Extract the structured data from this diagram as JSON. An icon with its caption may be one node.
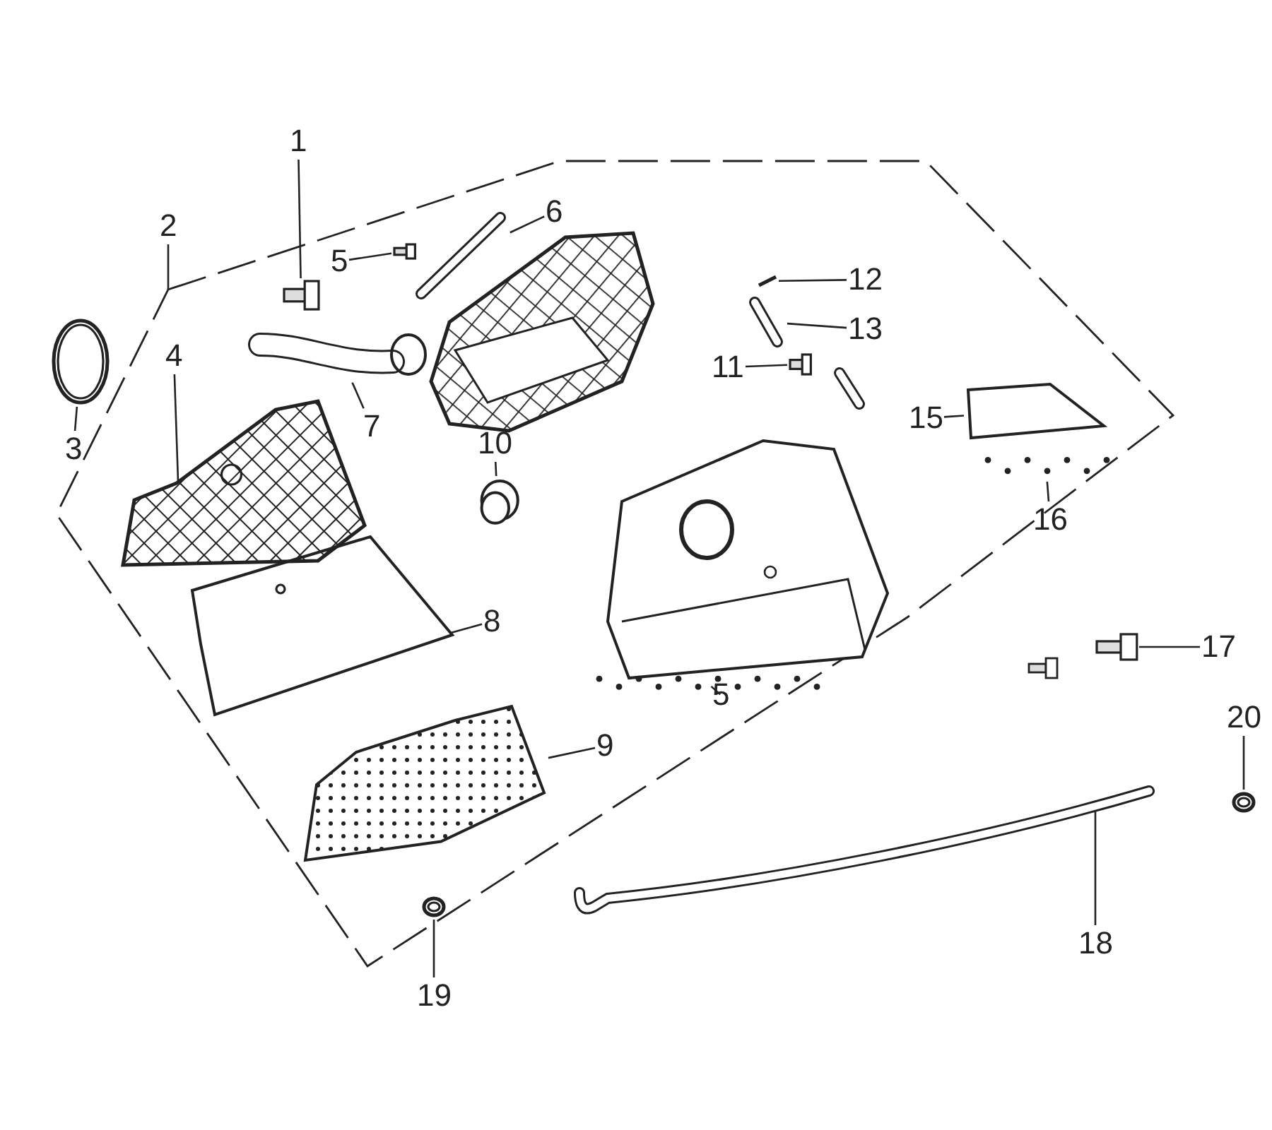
{
  "diagram": {
    "nodes": [
      {
        "text": [
          "1"
        ]
      },
      {
        "text": [],
        "shape": "picture"
      },
      {
        "text": [
          "2"
        ]
      },
      {
        "text": [
          "3"
        ]
      },
      {
        "text": [],
        "shape": "picture"
      },
      {
        "text": [
          "4"
        ]
      },
      {
        "text": [],
        "shape": "picture"
      },
      {
        "text": [
          "5"
        ]
      },
      {
        "text": [],
        "shape": "picture"
      },
      {
        "text": [
          "6"
        ]
      },
      {
        "text": [],
        "shape": "picture"
      },
      {
        "text": [
          "7"
        ]
      },
      {
        "text": [],
        "shape": "picture"
      },
      {
        "text": [
          "8"
        ]
      },
      {
        "text": [],
        "shape": "picture"
      },
      {
        "text": [
          "9"
        ]
      },
      {
        "text": [],
        "shape": "picture"
      },
      {
        "text": [
          "10"
        ]
      },
      {
        "text": [],
        "shape": "picture"
      },
      {
        "text": [
          "11"
        ]
      },
      {
        "text": [],
        "shape": "picture"
      },
      {
        "text": [
          "12"
        ]
      },
      {
        "text": [],
        "shape": "picture"
      },
      {
        "text": [
          "13"
        ]
      },
      {
        "text": [],
        "shape": "picture"
      },
      {
        "text": [
          "15"
        ]
      },
      {
        "text": [],
        "shape": "picture"
      },
      {
        "text": [
          "16"
        ]
      },
      {
        "text": [],
        "shape": "picture"
      },
      {
        "text": [
          "17"
        ]
      },
      {
        "text": [],
        "shape": "picture"
      },
      {
        "text": [
          "5"
        ]
      },
      {
        "text": [],
        "shape": "picture"
      },
      {
        "text": [
          "18"
        ]
      },
      {
        "text": [],
        "shape": "picture"
      },
      {
        "text": [
          "19"
        ]
      },
      {
        "text": [],
        "shape": "picture"
      },
      {
        "text": [
          "20"
        ]
      },
      {
        "text": [],
        "shape": "picture"
      }
    ],
    "edges": [
      {
        "from": 0,
        "to": 1,
        "arrow": "none"
      },
      {
        "from": 2,
        "to": null,
        "arrow": "none"
      },
      {
        "from": 3,
        "to": 4,
        "arrow": "none"
      },
      {
        "from": 5,
        "to": 6,
        "arrow": "none"
      },
      {
        "from": 7,
        "to": 8,
        "arrow": "none"
      },
      {
        "from": 9,
        "to": 10,
        "arrow": "none"
      },
      {
        "from": 11,
        "to": 12,
        "arrow": "none"
      },
      {
        "from": 13,
        "to": 14,
        "arrow": "none"
      },
      {
        "from": 15,
        "to": 16,
        "arrow": "none"
      },
      {
        "from": 17,
        "to": 18,
        "arrow": "none"
      },
      {
        "from": 19,
        "to": 20,
        "arrow": "none"
      },
      {
        "from": 21,
        "to": 22,
        "arrow": "none"
      },
      {
        "from": 23,
        "to": 24,
        "arrow": "none"
      },
      {
        "from": 25,
        "to": 26,
        "arrow": "none"
      },
      {
        "from": 27,
        "to": 28,
        "arrow": "none"
      },
      {
        "from": 29,
        "to": 30,
        "arrow": "none"
      },
      {
        "from": 31,
        "to": 32,
        "arrow": "none"
      },
      {
        "from": 33,
        "to": 34,
        "arrow": "none"
      },
      {
        "from": 35,
        "to": 36,
        "arrow": "none"
      },
      {
        "from": 37,
        "to": 38,
        "arrow": "none"
      }
    ]
  }
}
